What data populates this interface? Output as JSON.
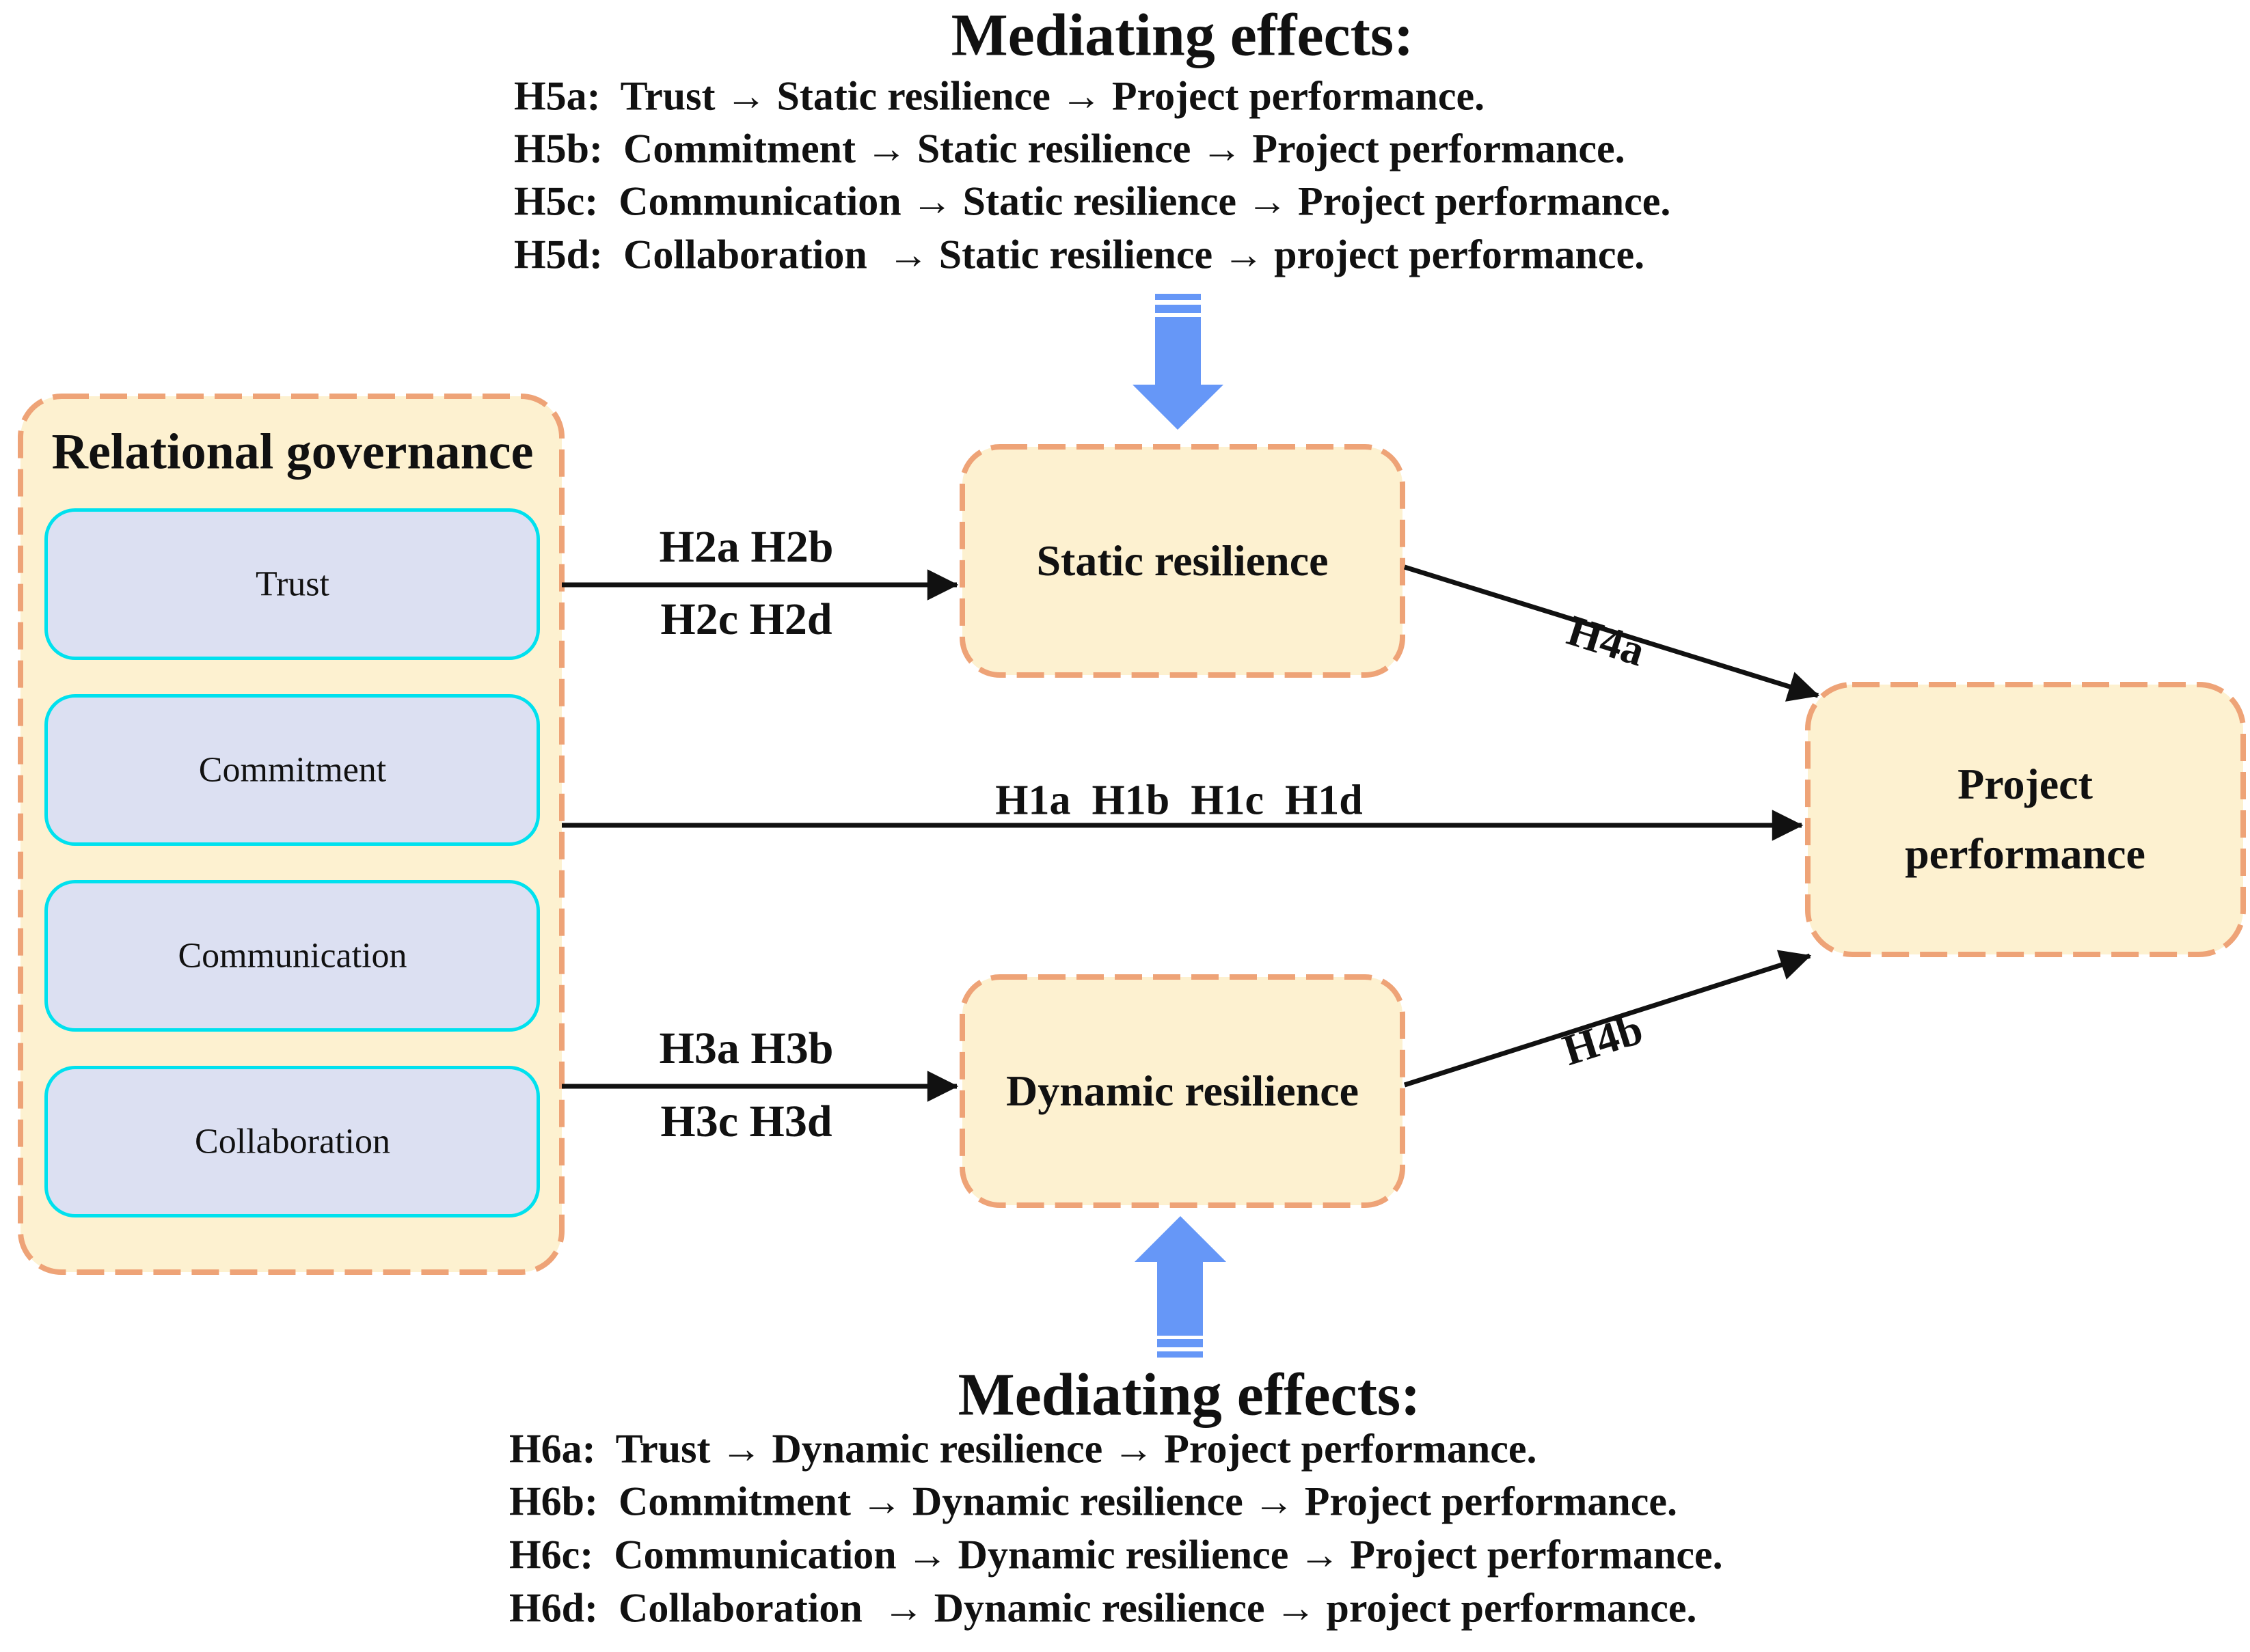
{
  "figure": {
    "type": "research-model-diagram",
    "background": "#ffffff"
  },
  "colors": {
    "node_fill": "#FDF1D0",
    "node_border_dashed": "#EEA377",
    "factor_fill": "#DCE0F2",
    "factor_border": "#00E1EE",
    "block_arrow_blue": "#6697F7",
    "line_black": "#111111"
  },
  "top_mediating": {
    "title": "Mediating effects:",
    "items": [
      "H5a:  Trust → Static resilience → Project performance.",
      "H5b:  Commitment → Static resilience → Project performance.",
      "H5c:  Communication → Static resilience → Project performance.",
      "H5d:  Collaboration  → Static resilience → project performance."
    ]
  },
  "bottom_mediating": {
    "title": "Mediating effects:",
    "items": [
      "H6a:  Trust → Dynamic resilience → Project performance.",
      "H6b:  Commitment → Dynamic resilience → Project performance.",
      "H6c:  Communication → Dynamic resilience → Project performance.",
      "H6d:  Collaboration  → Dynamic resilience → project performance."
    ]
  },
  "relational_governance": {
    "title": "Relational governance",
    "factors": [
      "Trust",
      "Commitment",
      "Communication",
      "Collaboration"
    ]
  },
  "nodes": {
    "static_resilience": "Static resilience",
    "dynamic_resilience": "Dynamic resilience",
    "project_performance_line1": "Project",
    "project_performance_line2": "performance"
  },
  "path_labels": {
    "h2_line1": "H2a H2b",
    "h2_line2": "H2c H2d",
    "h1": "H1a  H1b  H1c  H1d",
    "h3_line1": "H3a H3b",
    "h3_line2": "H3c H3d",
    "h4a": "H4a",
    "h4b": "H4b"
  }
}
